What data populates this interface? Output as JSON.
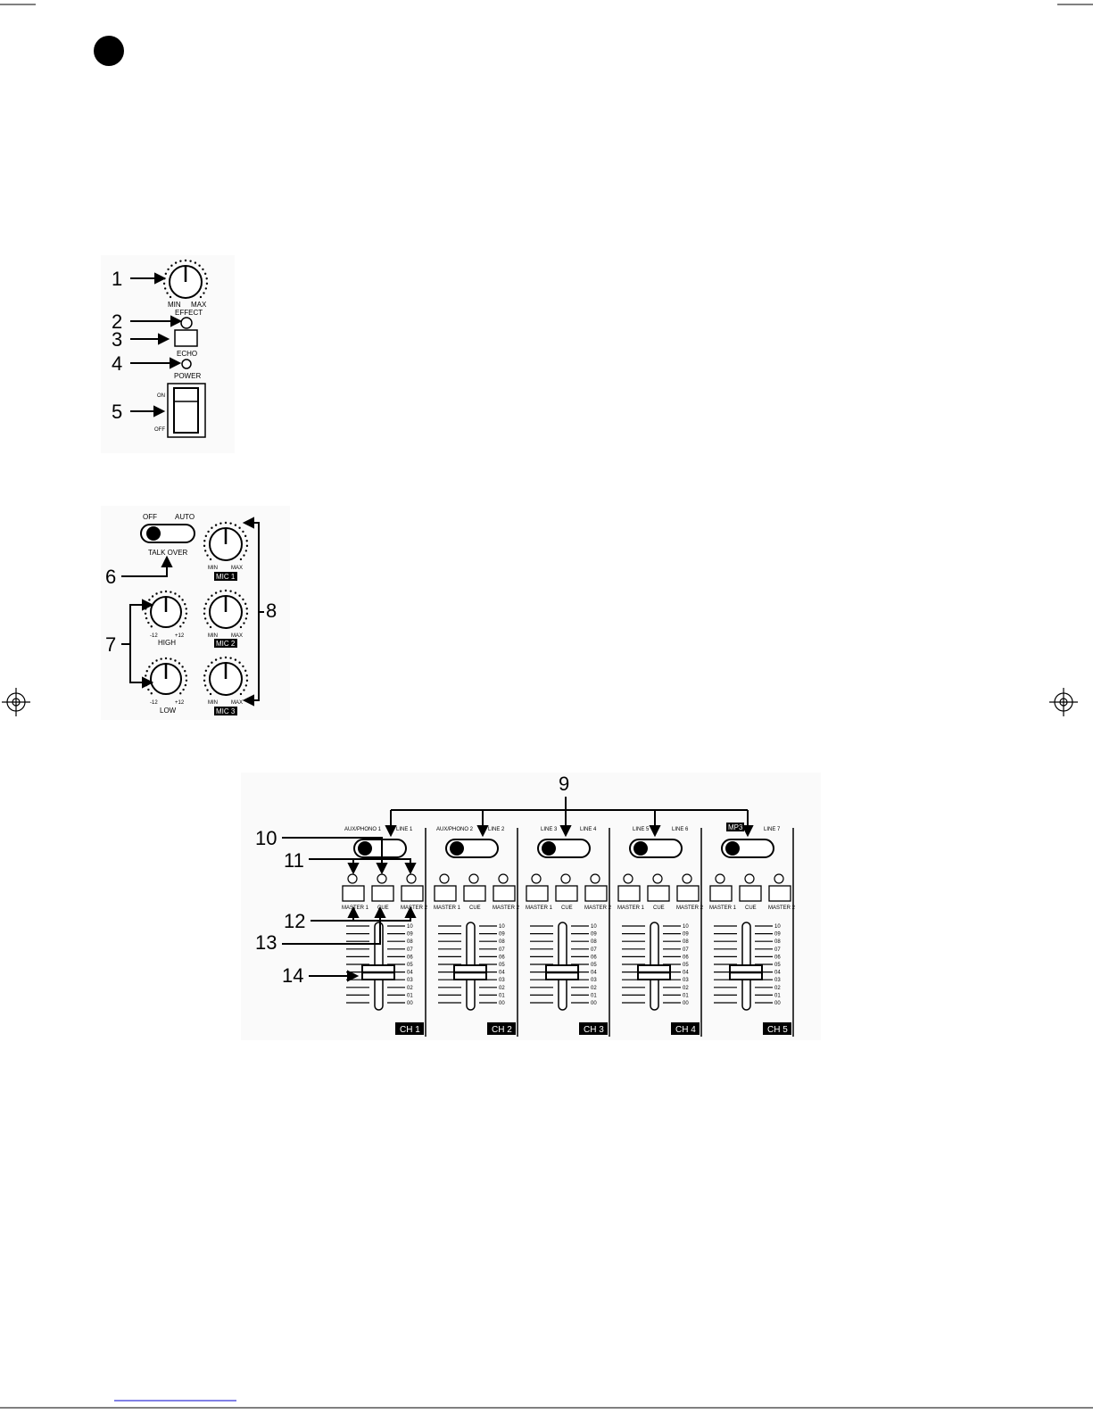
{
  "colors": {
    "ink": "#000000",
    "paper": "#ffffff",
    "footer_link": "#0000cc"
  },
  "panel1": {
    "callouts": [
      "1",
      "2",
      "3",
      "4",
      "5"
    ],
    "effect_min": "MIN",
    "effect_max": "MAX",
    "effect_label": "EFFECT",
    "echo_label": "ECHO",
    "power_label": "POWER",
    "switch_on": "ON",
    "switch_off": "OFF"
  },
  "panel2": {
    "callouts": [
      "6",
      "7",
      "8"
    ],
    "talkover_off": "OFF",
    "talkover_auto": "AUTO",
    "talkover_label": "TALK OVER",
    "eq_high_min": "-12",
    "eq_high_max": "+12",
    "eq_high_label": "HIGH",
    "eq_low_min": "-12",
    "eq_low_max": "+12",
    "eq_low_label": "LOW",
    "mic_min": "MIN",
    "mic_max": "MAX",
    "mic_labels": [
      "MIC 1",
      "MIC 2",
      "MIC 3"
    ]
  },
  "panel3": {
    "callouts": [
      "9",
      "10",
      "11",
      "12",
      "13",
      "14"
    ],
    "channels": [
      {
        "left": "AUX/PHONO 1",
        "right": "LINE 1",
        "name": "CH 1"
      },
      {
        "left": "AUX/PHONO 2",
        "right": "LINE 2",
        "name": "CH 2"
      },
      {
        "left": "LINE 3",
        "right": "LINE 4",
        "name": "CH 3"
      },
      {
        "left": "LINE 5",
        "right": "LINE 6",
        "name": "CH 4"
      },
      {
        "left": "MP3",
        "right": "LINE 7",
        "name": "CH 5"
      }
    ],
    "button_labels": [
      "MASTER 1",
      "CUE",
      "MASTER 2"
    ],
    "scale": [
      "10",
      "09",
      "08",
      "07",
      "06",
      "05",
      "04",
      "03",
      "02",
      "01",
      "00"
    ]
  }
}
